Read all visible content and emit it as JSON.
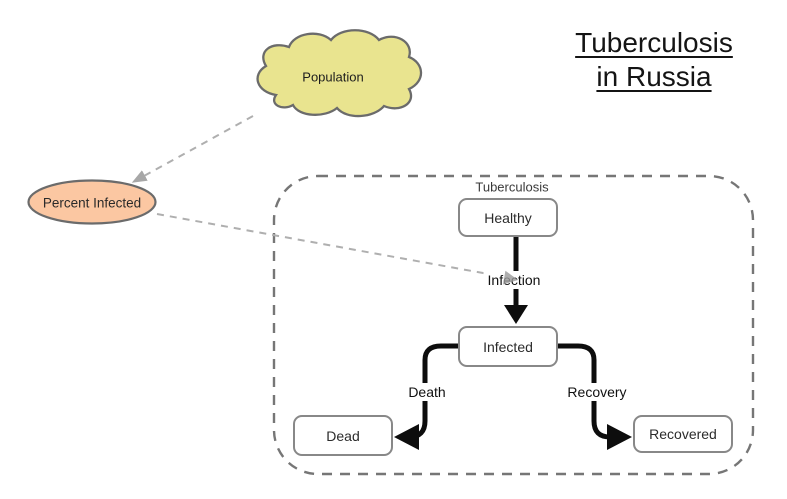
{
  "title": {
    "line1": "Tuberculosis",
    "line2": "in Russia"
  },
  "diagram": {
    "cloud_label": "Population",
    "converter_label": "Percent Infected",
    "group_label": "Tuberculosis",
    "stocks": {
      "healthy": "Healthy",
      "infected": "Infected",
      "dead": "Dead",
      "recovered": "Recovered"
    },
    "flows": {
      "infection": "Infection",
      "death": "Death",
      "recovery": "Recovery"
    }
  },
  "colors": {
    "cloud_fill": "#E9E48F",
    "converter_fill": "#FBC7A2",
    "shape_border": "#6B6B6B",
    "stock_border": "#888888",
    "flow": "#0D0D0D",
    "link": "#AFAFAF",
    "group_border": "#767676",
    "title": "#141414"
  }
}
